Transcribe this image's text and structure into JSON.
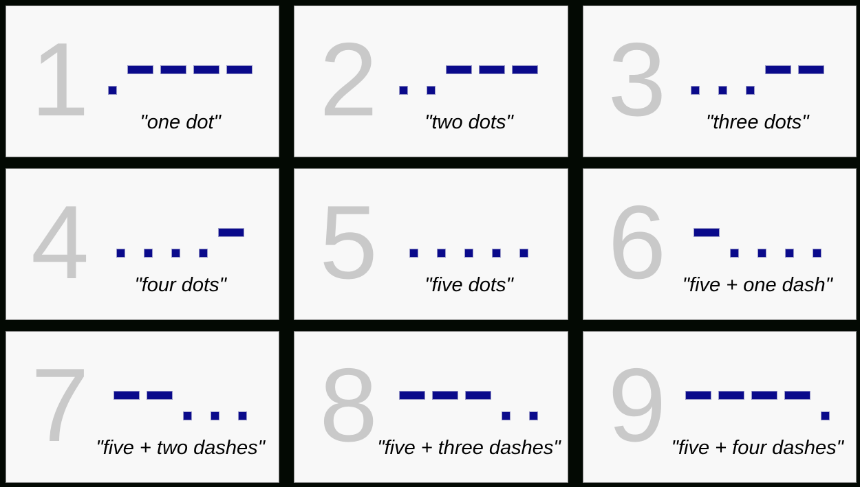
{
  "colors": {
    "background": "#030903",
    "card_background": "#f8f8f8",
    "card_border": "#8a8a8a",
    "number": "#c9c9c9",
    "morse_symbol": "#0a0a8b",
    "caption": "#000000"
  },
  "legend": {
    "dot_symbol_name": "morse-dot",
    "dash_symbol_name": "morse-dash"
  },
  "cards": [
    {
      "number": "1",
      "morse": ".----",
      "caption": "\"one dot\""
    },
    {
      "number": "2",
      "morse": "..---",
      "caption": "\"two dots\""
    },
    {
      "number": "3",
      "morse": "...--",
      "caption": "\"three dots\""
    },
    {
      "number": "4",
      "morse": "....-",
      "caption": "\"four dots\""
    },
    {
      "number": "5",
      "morse": ".....",
      "caption": "\"five dots\""
    },
    {
      "number": "6",
      "morse": "-....",
      "caption": "\"five + one dash\""
    },
    {
      "number": "7",
      "morse": "--...",
      "caption": "\"five + two dashes\""
    },
    {
      "number": "8",
      "morse": "---..",
      "caption": "\"five + three dashes\""
    },
    {
      "number": "9",
      "morse": "----.",
      "caption": "\"five + four dashes\""
    }
  ]
}
